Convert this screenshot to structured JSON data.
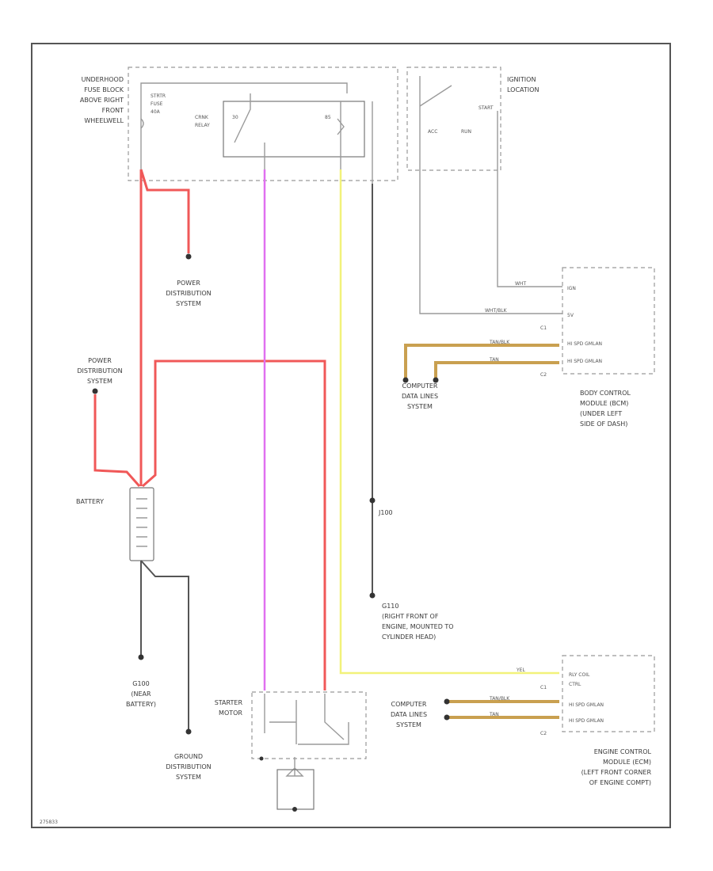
{
  "colors": {
    "red_wire": "#f05858",
    "violet_wire": "#e070f0",
    "yellow_wire": "#f2f27a",
    "tan_wire": "#c9a050",
    "gray_wire": "#9a9a9a"
  },
  "fuse_block": {
    "lines": [
      "UNDERHOOD",
      "FUSE BLOCK",
      "ABOVE RIGHT",
      "FRONT",
      "WHEELWELL"
    ],
    "fuse_lines": [
      "STRTR",
      "FUSE",
      "40A"
    ],
    "relay_lines": [
      "CRNK",
      "RELAY"
    ],
    "relay_pin_left": "30",
    "relay_pin_right": "85"
  },
  "ignition": {
    "lines": [
      "IGNITION",
      "LOCATION"
    ],
    "acc": "ACC",
    "run": "RUN",
    "start": "START"
  },
  "power_dist_1": [
    "POWER",
    "DISTRIBUTION",
    "SYSTEM"
  ],
  "power_dist_2": [
    "POWER",
    "DISTRIBUTION",
    "SYSTEM"
  ],
  "battery": "BATTERY",
  "ground_g": [
    "G100",
    "(NEAR",
    "BATTERY)"
  ],
  "ground_dist": [
    "GROUND",
    "DISTRIBUTION",
    "SYSTEM"
  ],
  "starter": [
    "STARTER",
    "MOTOR"
  ],
  "splice": "J100",
  "ground_engine": [
    "G110",
    "(RIGHT FRONT OF",
    "ENGINE, MOUNTED TO",
    "CYLINDER HEAD)"
  ],
  "bcm": {
    "lines": [
      "BODY CONTROL",
      "MODULE (BCM)",
      "(UNDER LEFT",
      "SIDE OF DASH)"
    ],
    "pins": [
      "IGN",
      "5V",
      "HI SPD GMLAN",
      "HI SPD GMLAN"
    ],
    "wires": [
      "WHT",
      "WHT/BLK",
      "TAN/BLK",
      "TAN"
    ],
    "connectors": [
      "C1",
      "C2"
    ]
  },
  "ecm": {
    "lines": [
      "ENGINE CONTROL",
      "MODULE (ECM)",
      "(LEFT FRONT CORNER",
      "OF ENGINE COMPT)"
    ],
    "pins": [
      "RLY COIL",
      "CTRL",
      "HI SPD GMLAN",
      "HI SPD GMLAN"
    ],
    "wires": [
      "YEL",
      "TAN/BLK",
      "TAN"
    ],
    "connectors": [
      "C1",
      "C2"
    ]
  },
  "data_lines_1": [
    "COMPUTER",
    "DATA LINES",
    "SYSTEM"
  ],
  "data_lines_2": [
    "COMPUTER",
    "DATA LINES",
    "SYSTEM"
  ],
  "diagram_id": "275833"
}
